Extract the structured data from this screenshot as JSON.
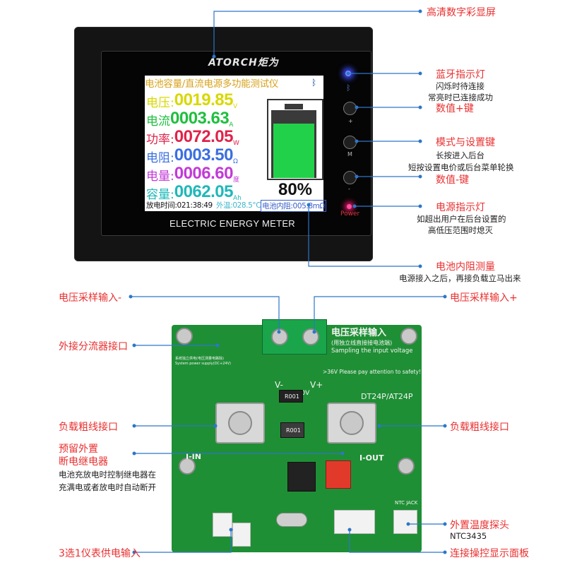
{
  "meter": {
    "brand": "ATORCH炬为",
    "screen_title": "电池容量/直流电源多功能测试仪",
    "rows": [
      {
        "label": "电压:",
        "value": "0019.85",
        "unit": "V",
        "color": "#d8d800"
      },
      {
        "label": "电流",
        "value": "0003.63",
        "unit": "A",
        "color": "#1fbf3f"
      },
      {
        "label": "功率:",
        "value": "0072.05",
        "unit": "W",
        "color": "#e0234a"
      },
      {
        "label": "电阻:",
        "value": "0003.50",
        "unit": "Ω",
        "color": "#3a6fdf"
      },
      {
        "label": "电量:",
        "value": "0006.60",
        "unit": "度",
        "color": "#c23ad8"
      },
      {
        "label": "容量:",
        "value": "0062.05",
        "unit": "Ah",
        "color": "#1fb8b8"
      }
    ],
    "battery_percent": "80%",
    "battery_level": 0.8,
    "footer_time": "放电时间:021:38:49",
    "footer_temp": "外温:028.5°C",
    "footer_resistance": "电池内阻:005.8mΩ",
    "product_label": "ELECTRIC ENERGY METER",
    "buttons": {
      "plus": "+",
      "mode": "M",
      "minus": "-"
    },
    "power_label": "Power"
  },
  "annotations": {
    "display": "高清数字彩显屏",
    "bluetooth_title": "蓝牙指示灯",
    "bluetooth_desc1": "闪烁时待连接",
    "bluetooth_desc2": "常亮时已连接成功",
    "plus_key": "数值+键",
    "mode_title": "模式与设置键",
    "mode_desc1": "长按进入后台",
    "mode_desc2": "短按设置电价或后台菜单轮换",
    "minus_key": "数值-键",
    "power_title": "电源指示灯",
    "power_desc1": "如超出用户在后台设置的",
    "power_desc2": "高低压范围时熄灭",
    "ir_title": "电池内阻测量",
    "ir_desc": "电源接入之后，再接负载立马出来",
    "v_minus": "电压采样输入-",
    "v_plus": "电压采样输入+",
    "shunt": "外接分流器接口",
    "load_left": "负载粗线接口",
    "load_right": "负载粗线接口",
    "relay_title1": "预留外置",
    "relay_title2": "断电继电器",
    "relay_desc1": "电池充放电时控制继电器在",
    "relay_desc2": "充满电或者放电时自动断开",
    "temp_probe": "外置温度探头",
    "temp_model": "NTC3435",
    "power_in": "3选1仪表供电输入",
    "panel_link": "连接操控显示面板"
  },
  "pcb": {
    "title": "电压采样输入",
    "subtitle": "(用独立线直接接电池端)",
    "sampling": "Sampling the input voltage",
    "warning": ">36V Please pay attention to safety!",
    "vminus": "V-",
    "vplus": "V+",
    "range": "0~1000V",
    "model": "DT24P/AT24P",
    "iin": "I-IN",
    "iout": "I-OUT",
    "r1": "R001",
    "r2": "R001",
    "ntc": "NTC JACK",
    "sys_power": "系统独立供电(电压测量电路除)",
    "sys_power_en": "System power supply(DC+24V)"
  }
}
